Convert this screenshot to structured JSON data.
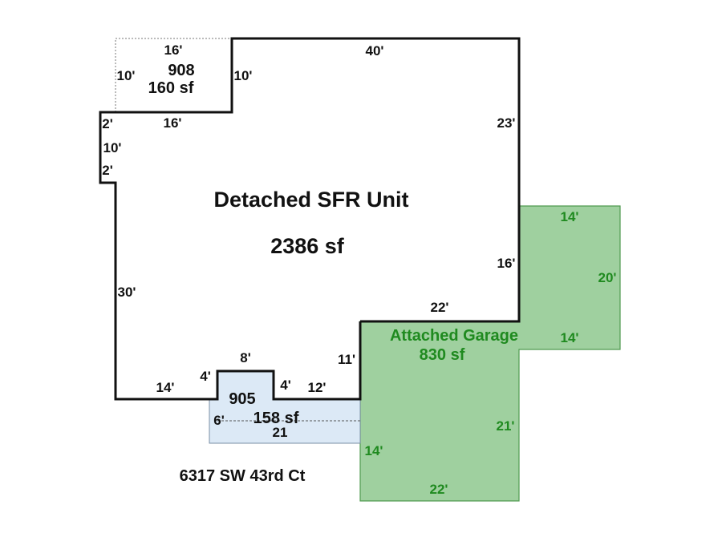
{
  "main_unit": {
    "title": "Detached SFR Unit",
    "area": "2386 sf"
  },
  "upper_addition": {
    "code": "908",
    "area": "160 sf"
  },
  "lower_addition": {
    "code": "905",
    "area": "158 sf",
    "overlap_dim": "21"
  },
  "garage": {
    "title": "Attached Garage",
    "area": "830 sf"
  },
  "dimensions": {
    "upper_top": "16'",
    "upper_left": "10'",
    "upper_right": "10'",
    "main_top": "40'",
    "main_right_top": "23'",
    "main_right_mid": "16'",
    "step_top": "16'",
    "step_2a": "2'",
    "step_10": "10'",
    "step_2b": "2'",
    "main_left": "30'",
    "garage_top_shared": "22'",
    "garage_left_shared": "11'",
    "bottom_left": "14'",
    "notch_left": "4'",
    "notch_top": "8'",
    "notch_right": "4'",
    "bottom_mid": "12'",
    "lower_left": "6'"
  },
  "garage_dimensions": {
    "ext_top": "14'",
    "ext_right": "20'",
    "ext_bottom": "14'",
    "right_lower": "21'",
    "left_lower": "14'",
    "bottom": "22'"
  },
  "address": "6317 SW 43rd Ct",
  "colors": {
    "garage_fill": "#9fd09f",
    "garage_stroke": "#4f9a4f",
    "lower_fill": "#dce9f6",
    "green_text": "#1f8a1f",
    "line": "#111111"
  }
}
